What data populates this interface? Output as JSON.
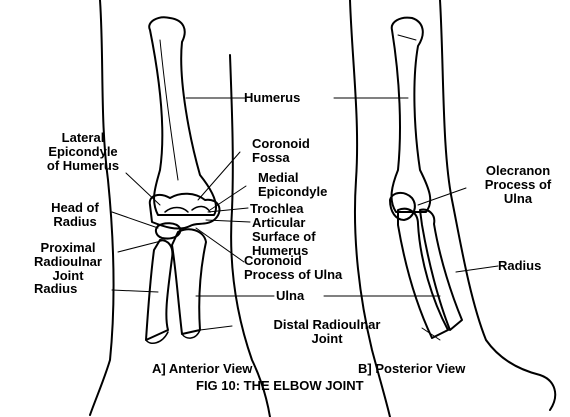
{
  "figure": {
    "caption": "FIG 10:  THE ELBOW JOINT",
    "views": {
      "anterior": "A] Anterior View",
      "posterior": "B]  Posterior View"
    }
  },
  "labels": {
    "humerus": "Humerus",
    "lateral_epicondyle": [
      "Lateral",
      "Epicondyle",
      "of Humerus"
    ],
    "coronoid_fossa": [
      "Coronoid",
      "Fossa"
    ],
    "medial_epicondyle": [
      "Medial",
      "Epicondyle"
    ],
    "head_of_radius": [
      "Head of",
      "Radius"
    ],
    "trochlea": "Trochlea",
    "articular_surface": [
      "Articular",
      "Surface of",
      "Humerus"
    ],
    "proximal_radioulnar": [
      "Proximal",
      "Radioulnar",
      "Joint"
    ],
    "coronoid_process": [
      "Coronoid",
      "Process of Ulna"
    ],
    "radius_left": "Radius",
    "ulna": "Ulna",
    "distal_radioulnar": [
      "Distal  Radioulnar",
      "Joint"
    ],
    "olecranon": [
      "Olecranon",
      "Process of",
      "Ulna"
    ],
    "radius_right": "Radius"
  }
}
